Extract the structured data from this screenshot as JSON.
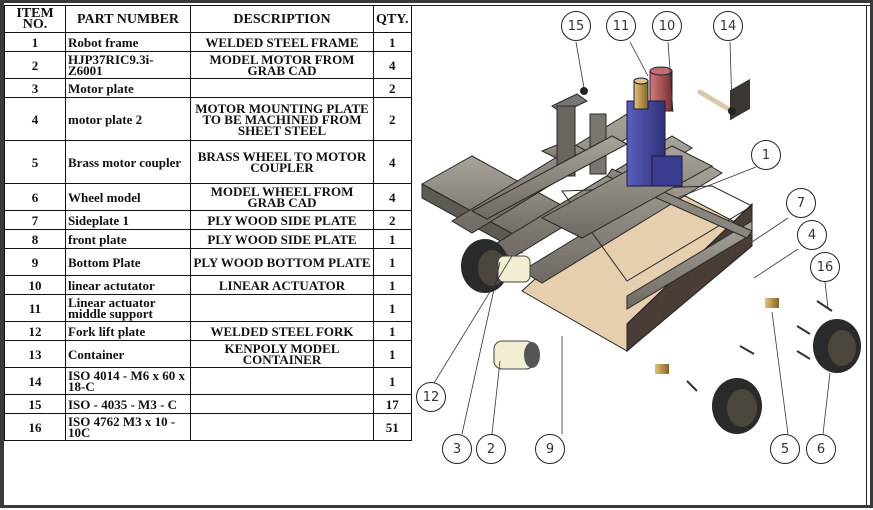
{
  "bom": {
    "headers": {
      "item_no": "ITEM NO.",
      "part_number": "PART NUMBER",
      "description": "DESCRIPTION",
      "qty": "QTY."
    },
    "rows": [
      {
        "item": "1",
        "part": "Robot frame",
        "desc": "WELDED STEEL FRAME",
        "qty": "1"
      },
      {
        "item": "2",
        "part": "HJP37RIC9.3i-Z6001",
        "desc": "MODEL MOTOR FROM GRAB CAD",
        "qty": "4"
      },
      {
        "item": "3",
        "part": "Motor plate",
        "desc": "",
        "qty": "2"
      },
      {
        "item": "4",
        "part": "motor plate 2",
        "desc": "MOTOR MOUNTING PLATE TO BE MACHINED FROM SHEET STEEL",
        "qty": "2"
      },
      {
        "item": "5",
        "part": "Brass motor coupler",
        "desc": "BRASS WHEEL TO MOTOR COUPLER",
        "qty": "4"
      },
      {
        "item": "6",
        "part": "Wheel model",
        "desc": "MODEL WHEEL FROM GRAB CAD",
        "qty": "4"
      },
      {
        "item": "7",
        "part": "Sideplate 1",
        "desc": "PLY WOOD SIDE PLATE",
        "qty": "2"
      },
      {
        "item": "8",
        "part": "front plate",
        "desc": "PLY WOOD SIDE PLATE",
        "qty": "1"
      },
      {
        "item": "9",
        "part": "Bottom Plate",
        "desc": "PLY WOOD BOTTOM PLATE",
        "qty": "1"
      },
      {
        "item": "10",
        "part": "linear actutator",
        "desc": "LINEAR ACTUATOR",
        "qty": "1"
      },
      {
        "item": "11",
        "part": "Linear actuator middle support",
        "desc": "",
        "qty": "1"
      },
      {
        "item": "12",
        "part": "Fork lift plate",
        "desc": "WELDED STEEL FORK",
        "qty": "1"
      },
      {
        "item": "13",
        "part": "Container",
        "desc": "KENPOLY MODEL CONTAINER",
        "qty": "1"
      },
      {
        "item": "14",
        "part": "ISO 4014 - M6 x 60 x 18-C",
        "desc": "",
        "qty": "1"
      },
      {
        "item": "15",
        "part": "ISO - 4035 - M3 - C",
        "desc": "",
        "qty": "17"
      },
      {
        "item": "16",
        "part": "ISO 4762 M3 x 10 - 10C",
        "desc": "",
        "qty": "51"
      }
    ]
  },
  "balloons": [
    "15",
    "11",
    "10",
    "14",
    "1",
    "7",
    "4",
    "16",
    "12",
    "3",
    "2",
    "9",
    "5",
    "6"
  ],
  "colors": {
    "steel": "#8f8a82",
    "steel_dark": "#3f3c38",
    "actuator_blue": "#4b4fa6",
    "actuator_red": "#b85a5e",
    "brass": "#c59a3a",
    "plywood": "#e2c9a4",
    "plywood_dark": "#4a3d35",
    "tire": "#222222",
    "motor_can": "#efeccb"
  }
}
